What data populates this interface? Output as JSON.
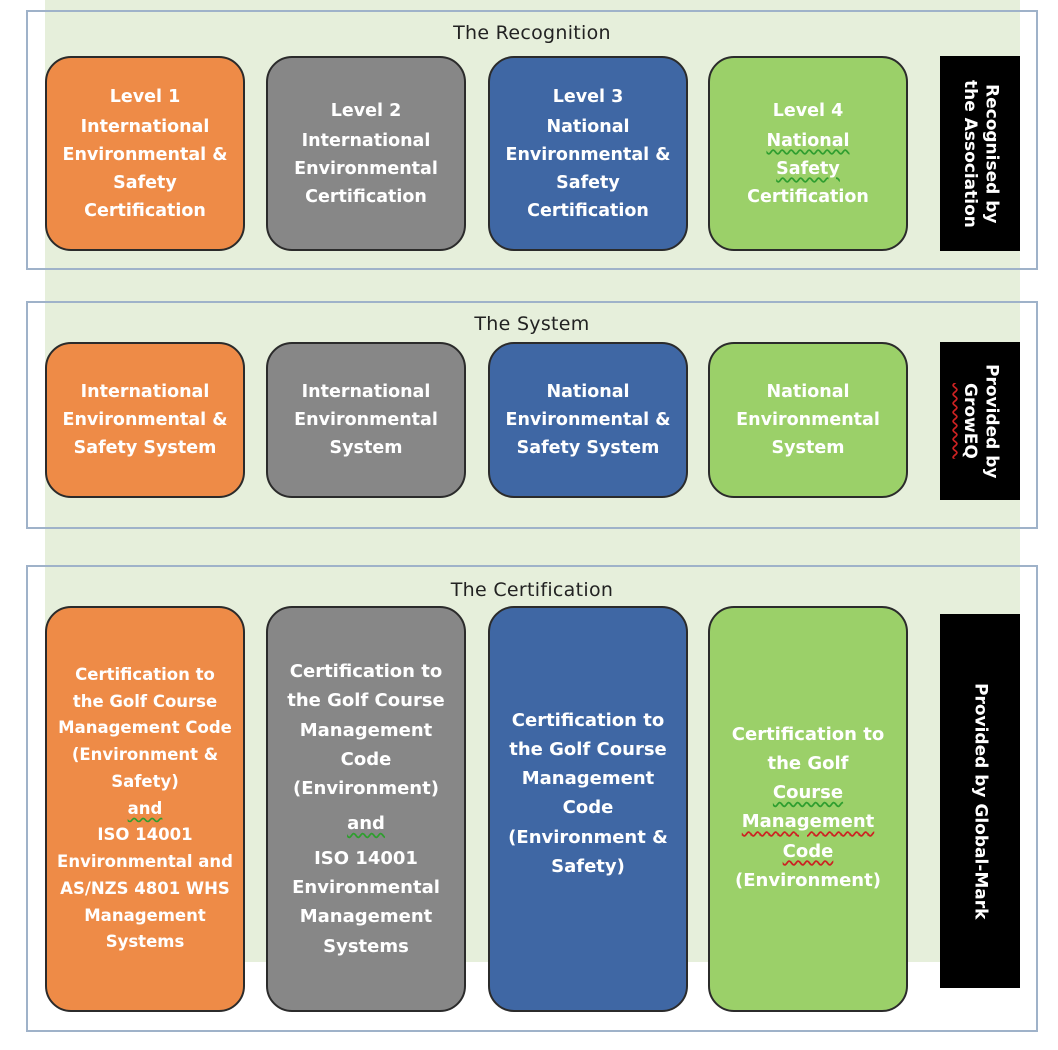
{
  "recognition": {
    "title": "The Recognition",
    "boxes": [
      {
        "level": "Level 1",
        "text": "International Environmental & Safety Certification",
        "color": "#ee8b47"
      },
      {
        "level": "Level 2",
        "text": "International Environmental Certification",
        "color": "#878787"
      },
      {
        "level": "Level 3",
        "text": "National Environmental & Safety Certification",
        "color": "#3f67a4"
      },
      {
        "level": "Level 4",
        "text_a": "National",
        "text_b": "Safety",
        "text_c": "Certification",
        "color": "#9bd069"
      }
    ],
    "side_line1": "Recognised by",
    "side_line2": "the Association"
  },
  "system": {
    "title": "The System",
    "boxes": [
      {
        "text": "International Environmental & Safety System"
      },
      {
        "text": "International Environmental System"
      },
      {
        "text": "National Environmental & Safety System"
      },
      {
        "text": "National Environmental System"
      }
    ],
    "side_line1": "Provided by",
    "side_line2": "GrowEQ"
  },
  "certification": {
    "title": "The Certification",
    "box1": {
      "a": "Certification to the Golf Course Management Code (Environment & Safety)",
      "and": "and",
      "b": "ISO 14001 Environmental and AS/NZS 4801 WHS Management Systems"
    },
    "box2": {
      "a": "Certification to the Golf Course Management Code (Environment)",
      "and": "and",
      "b": "ISO 14001 Environmental Management Systems"
    },
    "box3": {
      "a": "Certification to the Golf Course Management Code (Environment & Safety)"
    },
    "box4": {
      "a": "Certification to the Golf",
      "b": "Course",
      "c": "Management",
      "d": "Code",
      "e": "(Environment)"
    },
    "side": "Provided by Global-Mark"
  }
}
